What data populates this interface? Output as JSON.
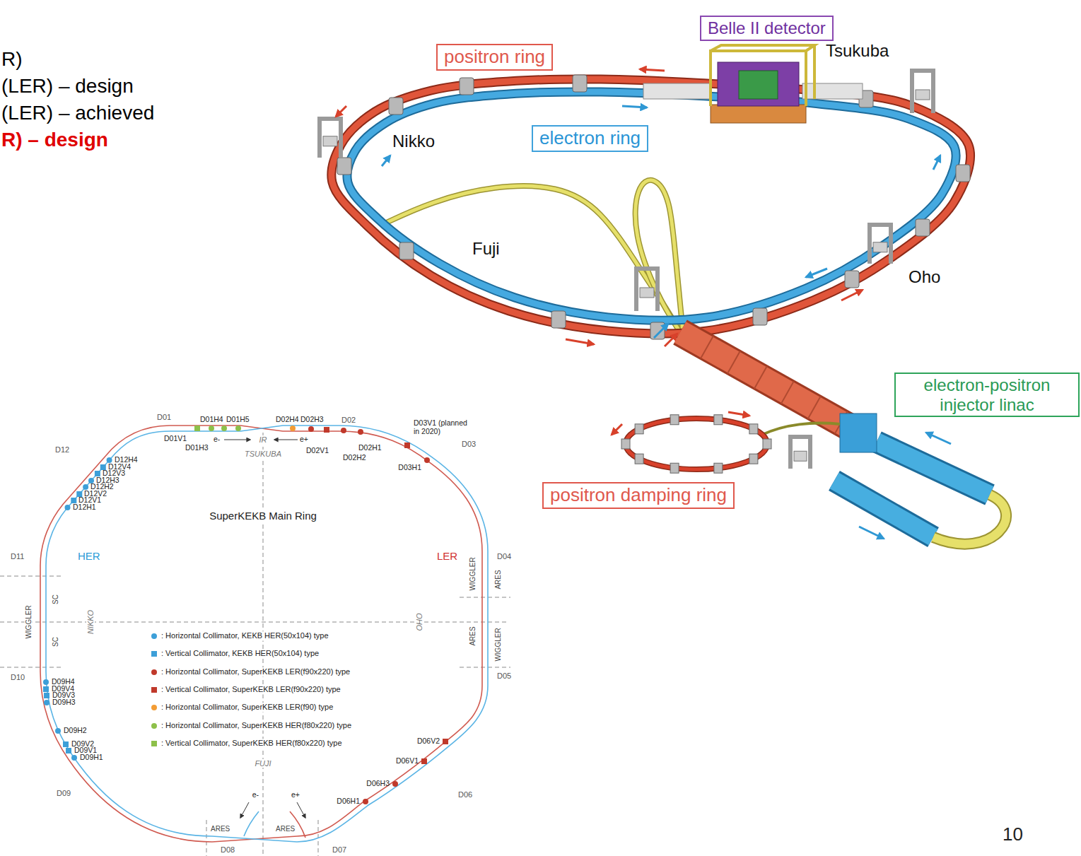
{
  "diagram": {
    "nodes": [
      {
        "text": [
          "Belle II detector"
        ]
      },
      {
        "text": [
          "positron ring"
        ]
      },
      {
        "text": [
          "electron ring"
        ]
      },
      {
        "text": [
          "electron-positron injector linac"
        ]
      },
      {
        "text": [
          "positron damping ring"
        ]
      }
    ],
    "labels": [
      "R)",
      "(LER) – design",
      "(LER) – achieved",
      "R) – design",
      "Tsukuba",
      "Nikko",
      "Fuji",
      "Oho",
      "SuperKEKB Main Ring",
      "D01",
      "D01H4",
      "D01H5",
      "D02H4",
      "D02H3",
      "D02",
      "D01V1",
      "D01H3",
      "e-",
      "IR",
      "e+",
      "D02V1",
      "D02H1",
      "D02H2",
      "D03V1 (planned in 2020)",
      "D03",
      "D03H1",
      "TSUKUBA",
      "D12",
      "D12H4",
      "D12V4",
      "D12V3",
      "D12H3",
      "D12H2",
      "D12V2",
      "D12V1",
      "D12H1",
      "D11",
      "HER",
      "WIGGLER",
      "SC",
      "SC",
      "NIKKO",
      "D10",
      "D09H4",
      "D09V4",
      "D09V3",
      "D09H3",
      "D09H2",
      "D09V2",
      "D09V1",
      "D09H1",
      "D09",
      "D08",
      "ARES",
      "e-",
      "FUJI",
      "e+",
      "ARES",
      "D07",
      "D04",
      "LER",
      "OHO",
      "WIGGLER",
      "ARES",
      "ARES",
      "WIGGLER",
      "D05",
      "D06V2",
      "D06V1",
      "D06H3",
      "D06H1",
      "D06",
      "10"
    ],
    "legend": [
      {
        "text": ": Horizontal Collimator, KEKB HER(50x104) type",
        "color": "#3d9fd8"
      },
      {
        "text": ": Vertical Collimator, KEKB HER(50x104) type",
        "color": "#3d9fd8"
      },
      {
        "text": ": Horizontal Collimator, SuperKEKB LER(f90x220) type",
        "color": "#c0392b"
      },
      {
        "text": ": Vertical Collimator, SuperKEKB LER(f90x220) type",
        "color": "#c0392b"
      },
      {
        "text": ": Horizontal Collimator, SuperKEKB LER(f90) type",
        "color": "#f39c34"
      },
      {
        "text": ": Horizontal Collimator, SuperKEKB HER(f80x220) type",
        "color": "#8dc04a"
      },
      {
        "text": ": Vertical Collimator, SuperKEKB HER(f80x220) type",
        "color": "#8dc04a"
      }
    ]
  }
}
